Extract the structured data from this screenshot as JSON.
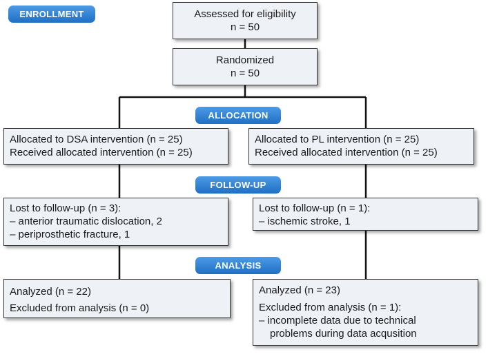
{
  "stages": {
    "enrollment": "ENROLLMENT",
    "allocation": "ALLOCATION",
    "followup": "FOLLOW-UP",
    "analysis": "ANALYSIS"
  },
  "assessed": {
    "line1": "Assessed for eligibility",
    "line2": "n = 50"
  },
  "randomized": {
    "line1": "Randomized",
    "line2": "n = 50"
  },
  "alloc_left": {
    "line1": "Allocated to DSA intervention (n = 25)",
    "line2": "Received allocated intervention (n = 25)"
  },
  "alloc_right": {
    "line1": "Allocated to PL intervention (n = 25)",
    "line2": "Received allocated intervention (n = 25)"
  },
  "followup_left": {
    "line1": "Lost to follow-up (n = 3):",
    "line2": "– anterior traumatic dislocation, 2",
    "line3": "– periprosthetic fracture, 1"
  },
  "followup_right": {
    "line1": "Lost to follow-up (n = 1):",
    "line2": "– ischemic stroke, 1"
  },
  "analysis_left": {
    "line1": "Analyzed (n = 22)",
    "line2": "Excluded from analysis (n = 0)"
  },
  "analysis_right": {
    "line1": "Analyzed (n = 23)",
    "line2": "Excluded from analysis (n = 1):",
    "line3": "– incomplete data due to technical",
    "line4": "problems during data acqusition"
  },
  "colors": {
    "stage_label_bg": "#2a7fd4",
    "box_bg": "#eef1f6",
    "line": "#111111"
  }
}
